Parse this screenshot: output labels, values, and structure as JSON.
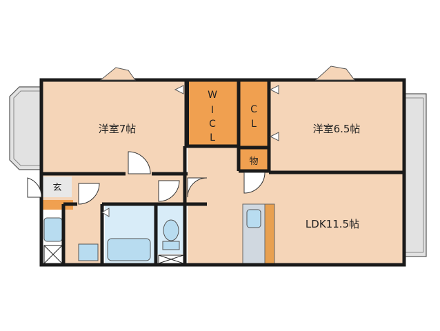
{
  "floorplan": {
    "rooms": {
      "western_room_left": "洋室7帖",
      "western_room_right": "洋室6.5帖",
      "ldk": "LDK11.5帖",
      "wic_line1": "W",
      "wic_line2": "I",
      "wic_line3": "C",
      "wic_line4": "L",
      "cl_line1": "C",
      "cl_line2": "L",
      "storage": "物",
      "entrance": "玄"
    },
    "balconies": {
      "left": "ベランダ",
      "right": "ベランダ"
    },
    "colors": {
      "room_fill": "#f5d5b8",
      "closet_fill": "#f0a050",
      "balcony_fill": "#e0e0e0",
      "wet_fill": "#d8ecf8",
      "fixture_fill": "#b8dcf0",
      "wall": "#1a1a1a"
    },
    "icons": [
      "window-marker-icon",
      "door-swing-icon",
      "bathtub-icon",
      "toilet-icon",
      "washbasin-icon",
      "kitchen-sink-icon",
      "washing-machine-icon"
    ]
  }
}
